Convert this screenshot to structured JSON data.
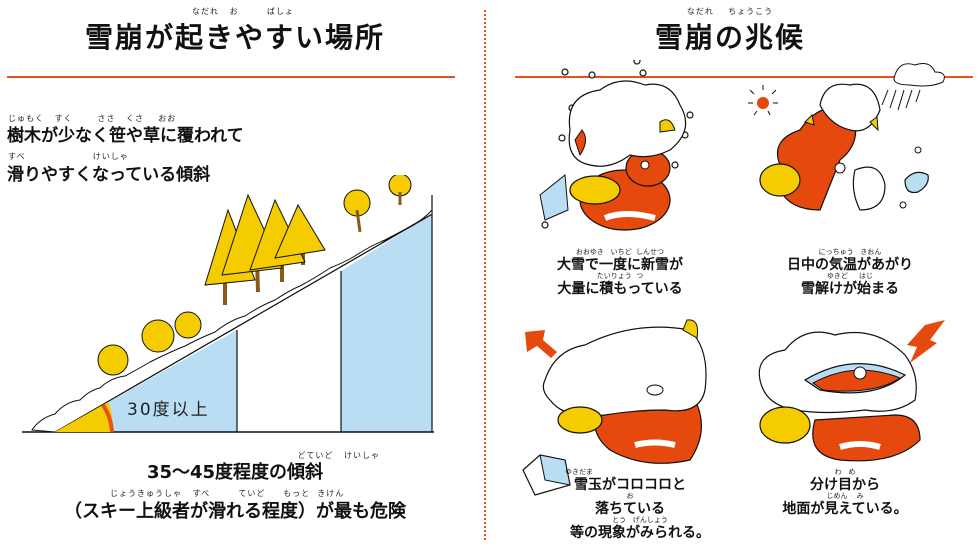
{
  "colors": {
    "accent": "#e8501e",
    "tree_yellow": "#f5cc00",
    "sky_blue": "#b9def4",
    "snow_white": "#ffffff",
    "trunk_brown": "#a0722a",
    "character_orange": "#e5490e"
  },
  "left_panel": {
    "title_ruby": "なだれ   お        ばしょ",
    "title": "雪崩が起きやすい場所",
    "description": {
      "line1_ruby": "じゅもく   すく       ささ   くさ    おお",
      "line1": "樹木が少なく笹や草に覆われて",
      "line2_ruby": "すべ                   けいしゃ",
      "line2": "滑りやすくなっている傾斜"
    },
    "slope_illustration": {
      "angle_label": "30度以上",
      "icon": "slope-with-trees"
    },
    "summary": {
      "line1_ruby": "どていど   けいしゃ",
      "line1": "35～45度程度の傾斜",
      "line2_ruby": "じょうきゅうしゃ   すべ        ていど     もっと  きけん",
      "line2": "（スキー上級者が滑れる程度）が最も危険"
    }
  },
  "right_panel": {
    "title_ruby": "なだれ    ちょうこう",
    "title": "雪崩の兆候",
    "signs": [
      {
        "icon": "heavy-snowfall-character",
        "ruby1": "おおゆき   いちど  しんせつ",
        "line1": "大雪で一度に新雪が",
        "ruby2": "たいりょう  つ",
        "line2": "大量に積もっている"
      },
      {
        "icon": "melting-snow-character",
        "ruby1": "にっちゅう   きおん",
        "line1": "日中の気温があがり",
        "ruby2": "ゆきど     はじ",
        "line2": "雪解けが始まる"
      },
      {
        "icon": "rolling-snowball-character",
        "ruby1": "ゆきだま",
        "line1": "雪玉がコロコロと",
        "ruby2": "お",
        "line2": "落ちている",
        "ruby3": "とう   げんしょう",
        "line3": "等の現象がみられる。"
      },
      {
        "icon": "snow-crack-character",
        "ruby1": "わ   め",
        "line1": "分け目から",
        "ruby2": "じめん    み",
        "line2": "地面が見えている。"
      }
    ]
  }
}
